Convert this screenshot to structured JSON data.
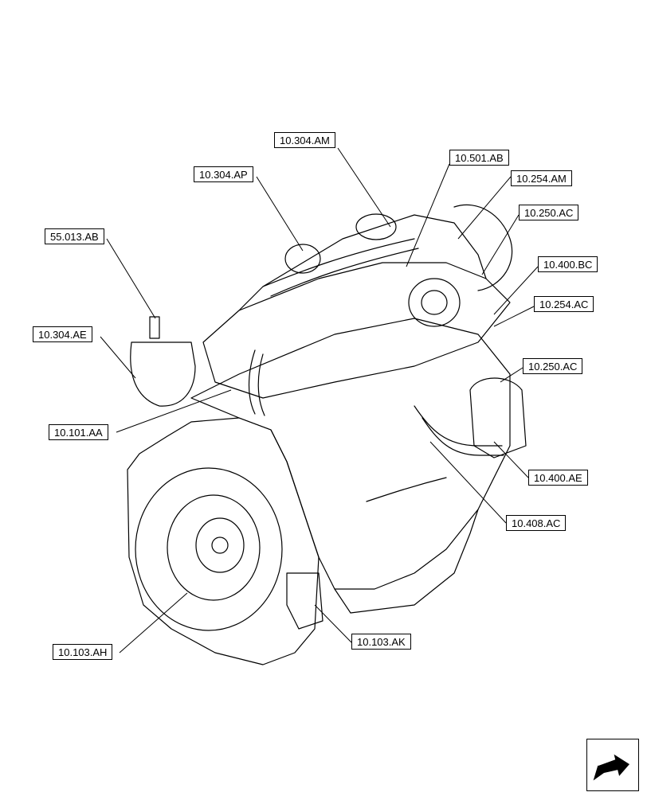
{
  "callouts": {
    "c_10_304_am": "10.304.AM",
    "c_10_501_ab": "10.501.AB",
    "c_10_304_ap": "10.304.AP",
    "c_10_254_am": "10.254.AM",
    "c_10_250_ac_top": "10.250.AC",
    "c_55_013_ab": "55.013.AB",
    "c_10_400_bc": "10.400.BC",
    "c_10_254_ac": "10.254.AC",
    "c_10_304_ae": "10.304.AE",
    "c_10_250_ac_mid": "10.250.AC",
    "c_10_101_aa": "10.101.AA",
    "c_10_400_ae": "10.400.AE",
    "c_10_408_ac": "10.408.AC",
    "c_10_103_ak": "10.103.AK",
    "c_10_103_ah": "10.103.AH"
  },
  "icons": {
    "nav": "next-page-arrow-icon"
  }
}
